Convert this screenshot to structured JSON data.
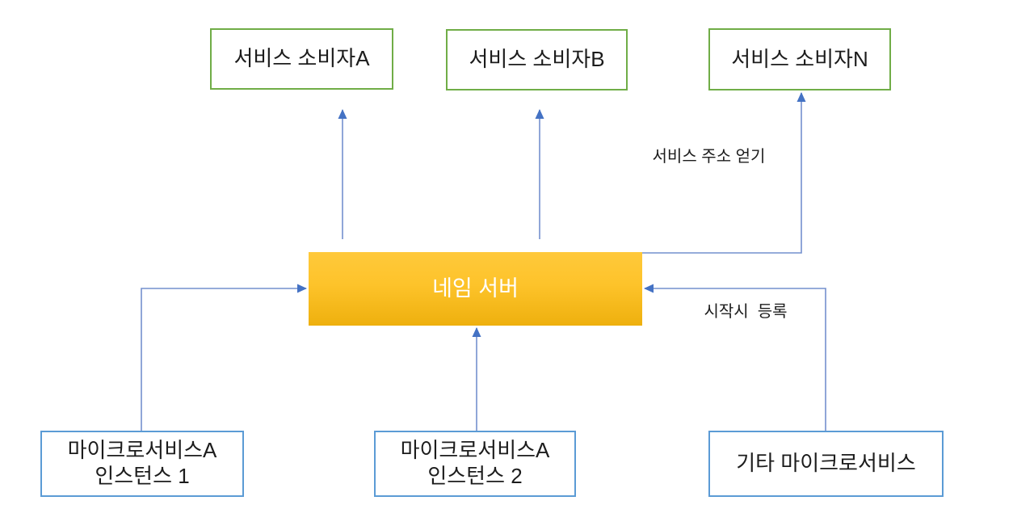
{
  "diagram": {
    "description": "Microservice name-server registry diagram (Korean)",
    "nodes": {
      "consumer_a": {
        "label": "서비스 소비자A"
      },
      "consumer_b": {
        "label": "서비스 소비자B"
      },
      "consumer_n": {
        "label": "서비스 소비자N"
      },
      "name_server": {
        "label": "네임 서버"
      },
      "microservice_a_instance_1": {
        "line1": "마이크로서비스A",
        "line2": "인스턴스 1"
      },
      "microservice_a_instance_2": {
        "line1": "마이크로서비스A",
        "line2": "인스턴스 2"
      },
      "other_microservices": {
        "label": "기타 마이크로서비스"
      }
    },
    "annotations": {
      "get_service_address": "서비스 주소 얻기",
      "register_on_startup": "시작시  등록"
    },
    "colors": {
      "consumer_border": "#70AD47",
      "microservice_border": "#5B9BD5",
      "name_server_gradient_top": "#FFC93B",
      "name_server_gradient_bottom": "#EEB00E",
      "name_server_text": "#FFFFFF",
      "connector_line": "#7490CE",
      "connector_arrowhead": "#4472C4",
      "background": "#FFFFFF",
      "text": "#1C1C1C"
    }
  }
}
